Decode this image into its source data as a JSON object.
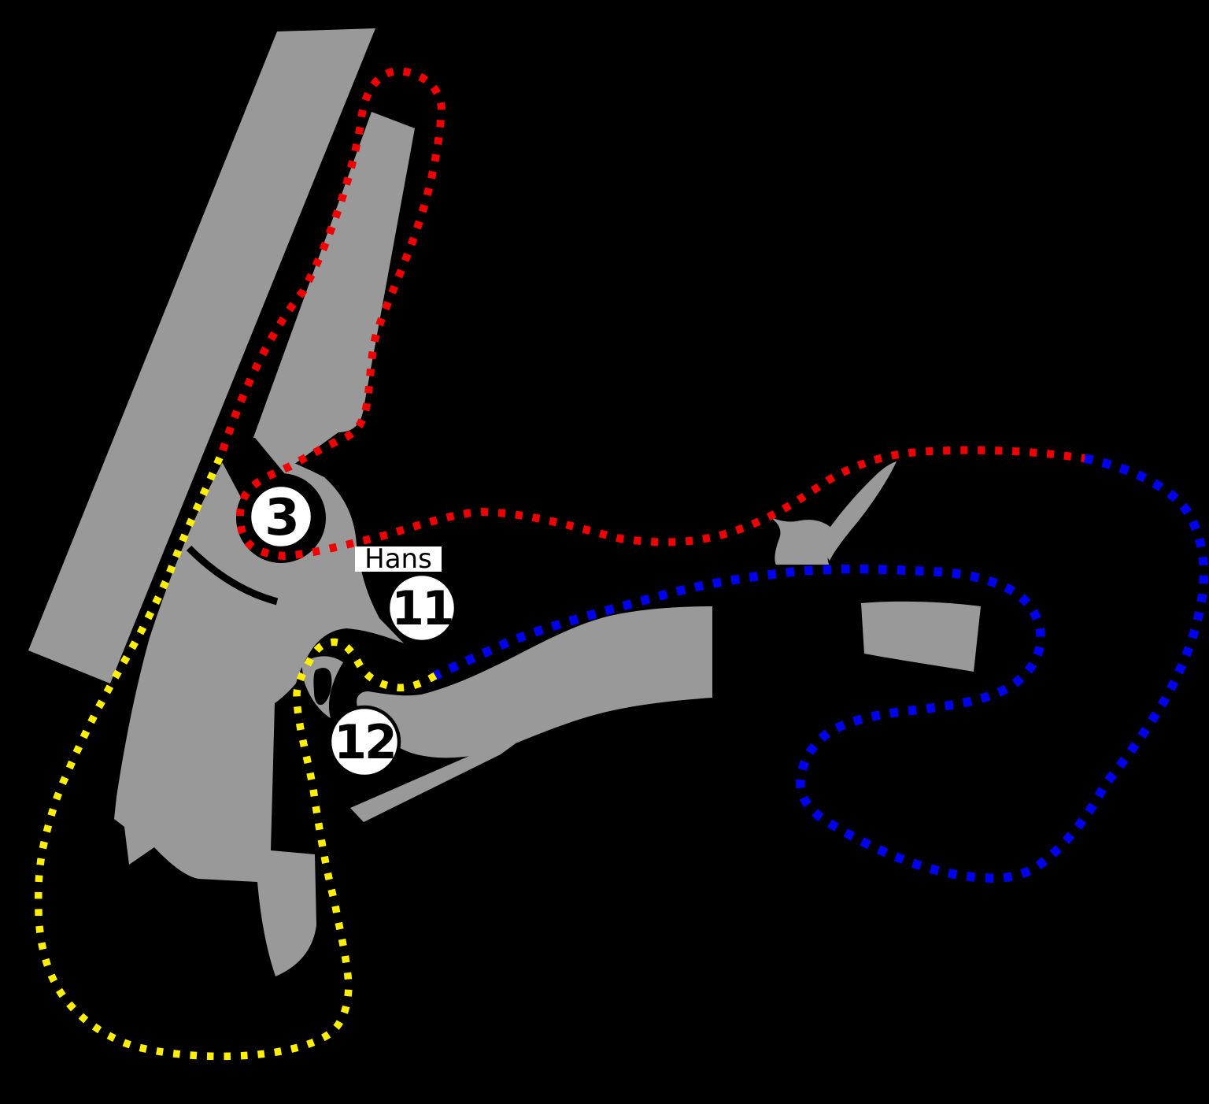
{
  "map": {
    "type": "circuit-track-map",
    "background_color": "#000000",
    "tarmac_color": "#999999",
    "marker_fill": "#ffffff",
    "marker_border": "#000000",
    "routes": {
      "red": {
        "color": "#f20000",
        "style": "dotted"
      },
      "blue": {
        "color": "#0000f0",
        "style": "dotted"
      },
      "yellow": {
        "color": "#ffef00",
        "style": "dotted"
      }
    },
    "markers": [
      {
        "label": "3"
      },
      {
        "label": "11"
      },
      {
        "label": "12"
      }
    ],
    "corner_label": "Hans"
  }
}
